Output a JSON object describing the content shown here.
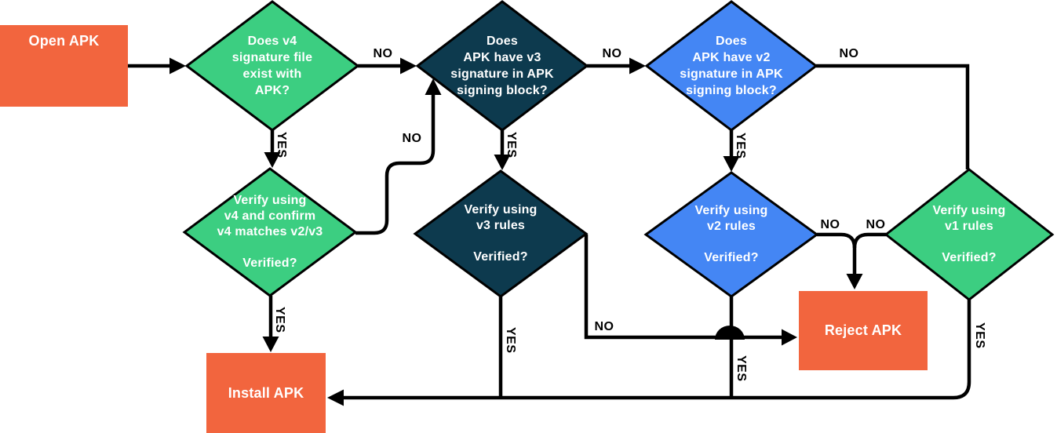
{
  "diagram": {
    "description": "APK signature verification flowchart",
    "colors": {
      "orange": "#F2653E",
      "green": "#3CCE81",
      "navy": "#0D3A4E",
      "blue": "#4486F4",
      "connector": "#000000",
      "node_text": "#FFFFFF",
      "label_text": "#000000",
      "background": "#FFFFFF"
    },
    "nodes": [
      {
        "id": "open-apk",
        "shape": "rect",
        "color": "orange",
        "label": "Open APK"
      },
      {
        "id": "v4-signature-exists",
        "shape": "diamond",
        "color": "green",
        "label": "Does v4\nsignature file\nexist with\nAPK?"
      },
      {
        "id": "v3-signature-in-block",
        "shape": "diamond",
        "color": "navy",
        "label": "Does\nAPK have v3\nsignature in APK\nsigning block?"
      },
      {
        "id": "v2-signature-in-block",
        "shape": "diamond",
        "color": "blue",
        "label": "Does\nAPK have v2\nsignature in APK\nsigning block?"
      },
      {
        "id": "verify-v4",
        "shape": "diamond",
        "color": "green",
        "label": "Verify using\nv4 and confirm\nv4 matches v2/v3\n\nVerified?"
      },
      {
        "id": "verify-v3",
        "shape": "diamond",
        "color": "navy",
        "label": "Verify using\nv3 rules\n\nVerified?"
      },
      {
        "id": "verify-v2",
        "shape": "diamond",
        "color": "blue",
        "label": "Verify using\nv2 rules\n\nVerified?"
      },
      {
        "id": "verify-v1",
        "shape": "diamond",
        "color": "green",
        "label": "Verify using\nv1 rules\n\nVerified?"
      },
      {
        "id": "reject-apk",
        "shape": "rect",
        "color": "orange",
        "label": "Reject APK"
      },
      {
        "id": "install-apk",
        "shape": "rect",
        "color": "orange",
        "label": "Install APK"
      }
    ],
    "edges": [
      {
        "from": "open-apk",
        "to": "v4-signature-exists",
        "label": ""
      },
      {
        "from": "v4-signature-exists",
        "to": "v3-signature-in-block",
        "label": "NO"
      },
      {
        "from": "v3-signature-in-block",
        "to": "v2-signature-in-block",
        "label": "NO"
      },
      {
        "from": "v2-signature-in-block",
        "to": "verify-v1",
        "label": "NO"
      },
      {
        "from": "v4-signature-exists",
        "to": "verify-v4",
        "label": "YES"
      },
      {
        "from": "v3-signature-in-block",
        "to": "verify-v3",
        "label": "YES"
      },
      {
        "from": "v2-signature-in-block",
        "to": "verify-v2",
        "label": "YES"
      },
      {
        "from": "verify-v4",
        "to": "v3-signature-in-block",
        "label": "NO"
      },
      {
        "from": "verify-v4",
        "to": "install-apk",
        "label": "YES"
      },
      {
        "from": "verify-v3",
        "to": "reject-apk",
        "label": "NO"
      },
      {
        "from": "verify-v3",
        "to": "install-apk",
        "label": "YES"
      },
      {
        "from": "verify-v2",
        "to": "reject-apk",
        "label": "NO"
      },
      {
        "from": "verify-v1",
        "to": "reject-apk",
        "label": "NO"
      },
      {
        "from": "verify-v2",
        "to": "install-apk",
        "label": "YES"
      },
      {
        "from": "verify-v1",
        "to": "install-apk",
        "label": "YES"
      }
    ]
  }
}
